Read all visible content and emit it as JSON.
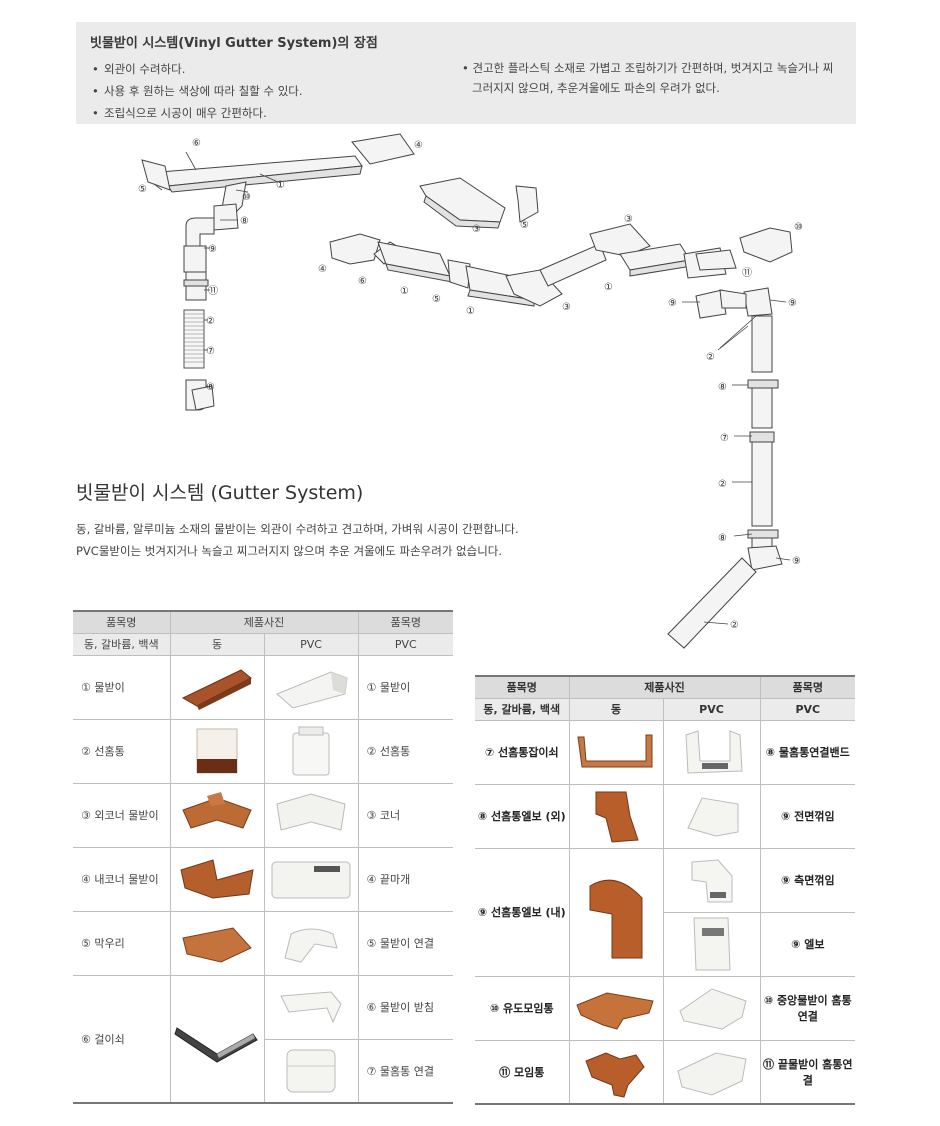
{
  "advantages": {
    "title": "빗물받이 시스템(Vinyl Gutter System)의 장점",
    "left_items": [
      "외관이 수려하다.",
      "사용 후 원하는 색상에 따라 칠할 수 있다.",
      "조립식으로 시공이 매우 간편하다."
    ],
    "right_items": [
      "견고한 플라스틱 소재로 가볍고 조립하기가 간편하며, 벗겨지고 녹슬거나 찌그러지지 않으며, 추운겨울에도 파손의 우려가 없다."
    ],
    "bullet": "•"
  },
  "diagram": {
    "labels_left": [
      "⑥",
      "⑤",
      "①",
      "⑩",
      "⑧",
      "⑨",
      "⑪",
      "②",
      "⑦",
      "⑧"
    ],
    "labels_top": [
      "④",
      "③",
      "⑤"
    ],
    "labels_center": [
      "④",
      "⑥",
      "①",
      "⑤",
      "①",
      "③",
      "③",
      "①",
      "⑪",
      "⑩"
    ],
    "labels_right": [
      "⑨",
      "⑨",
      "②",
      "⑧",
      "⑦",
      "②",
      "⑧",
      "⑨",
      "②"
    ]
  },
  "system": {
    "title": "빗물받이 시스템 (Gutter System)",
    "desc": [
      "동, 갈바륨, 알루미늄 소재의 물받이는 외관이 수려하고 견고하며, 가벼워 시공이 간편합니다.",
      "PVC물받이는 벗겨지거나 녹슬고 찌그러지지 않으며 추운 겨울에도 파손우려가 없습니다."
    ]
  },
  "table1": {
    "header1": [
      "품목명",
      "제품사진",
      "품목명"
    ],
    "header2": [
      "동, 갈바륨, 백색",
      "동",
      "PVC",
      "PVC"
    ],
    "rows": [
      {
        "left": "① 물받이",
        "right": "① 물받이"
      },
      {
        "left": "② 선홈통",
        "right": "② 선홈통"
      },
      {
        "left": "③ 외코너 물받이",
        "right": "③ 코너"
      },
      {
        "left": "④ 내코너 물받이",
        "right": "④ 끝마개"
      },
      {
        "left": "⑤ 막우리",
        "right": "⑤ 물받이 연결"
      },
      {
        "left": "⑥ 걸이쇠",
        "right": "⑥ 물받이 받침"
      },
      {
        "left": "",
        "right": "⑦ 물홈통 연결"
      }
    ]
  },
  "table2": {
    "header1": [
      "품목명",
      "제품사진",
      "품목명"
    ],
    "header2": [
      "동, 갈바륨, 백색",
      "동",
      "PVC",
      "PVC"
    ],
    "rows": [
      {
        "left": "⑦ 선홈통잡이쇠",
        "right": "⑧ 물홈통연결밴드"
      },
      {
        "left": "⑧ 선홈통엘보 (외)",
        "right": "⑨ 전면꺾임"
      },
      {
        "left": "⑨ 선홈통엘보 (내)",
        "right": "⑨ 측면꺾임"
      },
      {
        "left": "",
        "right": "⑨ 엘보"
      },
      {
        "left": "⑩ 유도모임통",
        "right": "⑩ 중앙물받이 홈통연결"
      },
      {
        "left": "⑪ 모임통",
        "right": "⑪ 끝물받이 홈통연결"
      }
    ]
  },
  "colors": {
    "box_bg": "#ebebeb",
    "header_bg": "#dcdcdc",
    "copper": "#b5622e",
    "pvc": "#f2f2ee"
  }
}
